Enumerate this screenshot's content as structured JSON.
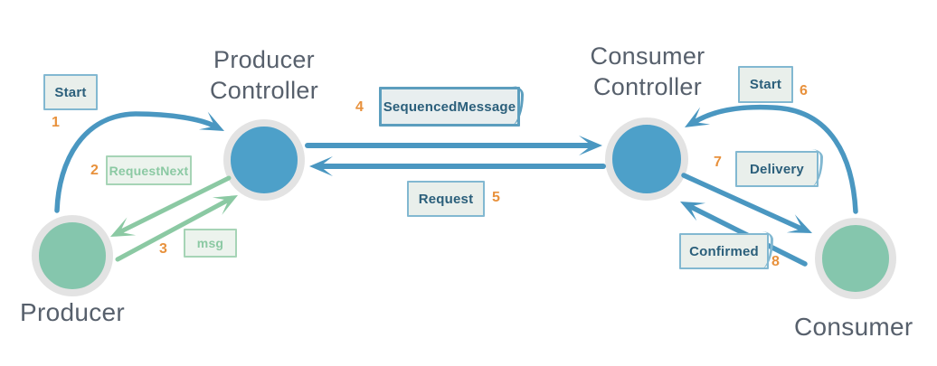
{
  "diagram": {
    "type": "message-flow-diagram",
    "nodes": [
      {
        "id": "producer",
        "label": "Producer",
        "shape": "circle",
        "color": "#85C6AD"
      },
      {
        "id": "producer-controller",
        "label": "Producer Controller",
        "shape": "circle",
        "color": "#4DA0C9"
      },
      {
        "id": "consumer-controller",
        "label": "Consumer Controller",
        "shape": "circle",
        "color": "#4DA0C9"
      },
      {
        "id": "consumer",
        "label": "Consumer",
        "shape": "circle",
        "color": "#85C6AD"
      }
    ],
    "steps": [
      {
        "num": "1",
        "label": "Start",
        "from": "producer",
        "to": "producer-controller",
        "scheme": "blue"
      },
      {
        "num": "2",
        "label": "RequestNext",
        "from": "producer-controller",
        "to": "producer",
        "scheme": "green"
      },
      {
        "num": "3",
        "label": "msg",
        "from": "producer",
        "to": "producer-controller",
        "scheme": "green"
      },
      {
        "num": "4",
        "label": "SequencedMessage",
        "from": "producer-controller",
        "to": "consumer-controller",
        "scheme": "blue"
      },
      {
        "num": "5",
        "label": "Request",
        "from": "consumer-controller",
        "to": "producer-controller",
        "scheme": "blue"
      },
      {
        "num": "6",
        "label": "Start",
        "from": "consumer",
        "to": "consumer-controller",
        "scheme": "blue"
      },
      {
        "num": "7",
        "label": "Delivery",
        "from": "consumer-controller",
        "to": "consumer",
        "scheme": "blue"
      },
      {
        "num": "8",
        "label": "Confirmed",
        "from": "consumer",
        "to": "consumer-controller",
        "scheme": "blue"
      }
    ],
    "colors": {
      "blue_node": "#4DA0C9",
      "green_node": "#85C6AD",
      "node_ring": "#E3E3E3",
      "blue_arrow": "#4A97C1",
      "green_arrow": "#8BC9A3",
      "step_number": "#E8913C",
      "blue_box_border": "#82B8D1",
      "blue_box_border_strong": "#5C9EBE",
      "green_box_border": "#A6D4B6",
      "box_fill": "#E9EFEB",
      "blue_box_text": "#2B5F7B",
      "green_box_text": "#8BC9A3",
      "node_label_text": "#57606C"
    }
  }
}
